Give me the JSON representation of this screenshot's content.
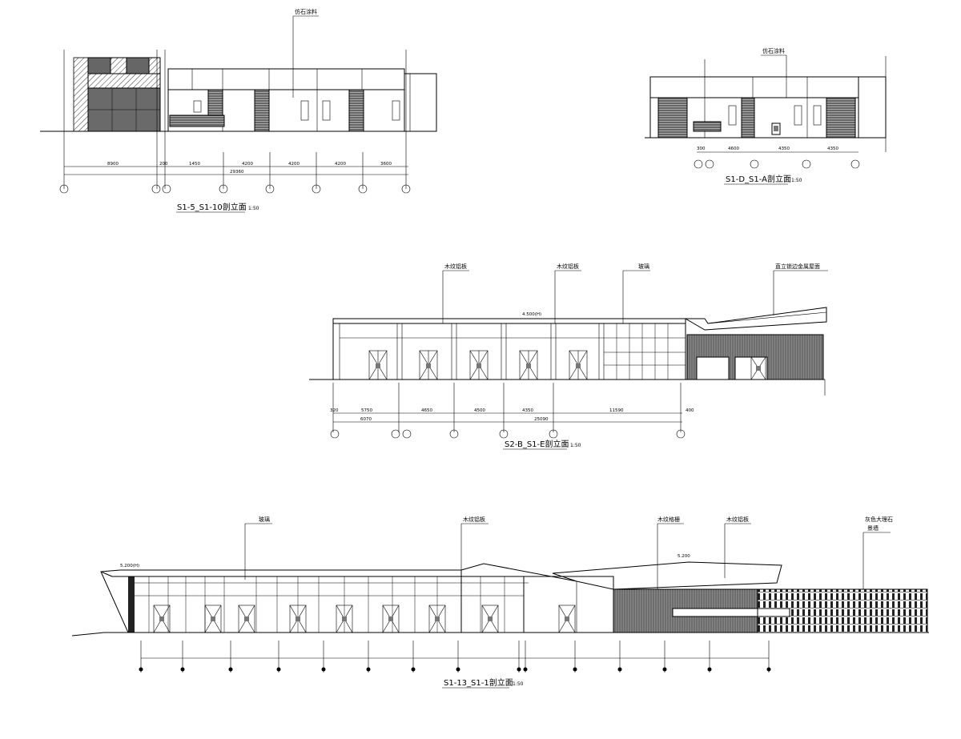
{
  "drawings": {
    "top_left": {
      "title": "S1-5_S1-10剖立面",
      "scale": "1:50",
      "notes": [
        "仿石涂料"
      ],
      "dims": [
        "8900",
        "200",
        "1450",
        "4200",
        "4200",
        "4200",
        "3600"
      ],
      "total_dim": "29360"
    },
    "top_right": {
      "title": "S1-D_S1-A剖立面",
      "scale": "1:50",
      "notes": [
        "仿石涂料"
      ],
      "dims": [
        "300",
        "4600",
        "4350",
        "4350"
      ]
    },
    "middle": {
      "title": "S2-B_S1-E剖立面",
      "scale": "1:50",
      "notes": [
        "木纹铝板",
        "木纹铝板",
        "玻璃",
        "直立锁边金属屋面"
      ],
      "level": "4.500(H)",
      "dims": [
        "320",
        "5750",
        "4650",
        "4500",
        "4350",
        "11590",
        "400"
      ],
      "sub_dims": [
        "6070",
        "25090"
      ]
    },
    "bottom": {
      "title": "S1-13_S1-1剖立面",
      "scale": "1:50",
      "notes": [
        "玻璃",
        "木纹铝板",
        "木纹格栅",
        "木纹铝板",
        "灰色大理石",
        "景墙"
      ],
      "level": "5.200(H)"
    }
  },
  "colors": {
    "ink": "#000000",
    "panel_gray": "#7a7a7a",
    "dark_gray": "#555555",
    "hatch_gray": "#9a9a9a"
  }
}
